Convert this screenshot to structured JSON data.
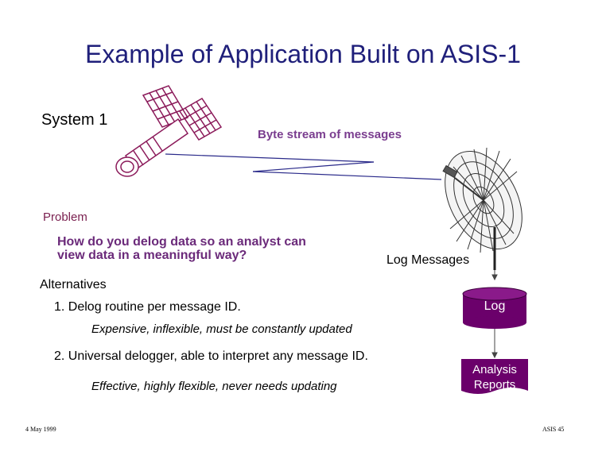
{
  "title": "Example of Application Built on ASIS-1",
  "system_label": "System 1",
  "byte_stream_label": "Byte stream of messages",
  "problem": {
    "heading": "Problem",
    "question": "How do you delog data so an analyst can view data in a meaningful way?"
  },
  "log_messages_label": "Log Messages",
  "alternatives": {
    "heading": "Alternatives",
    "items": [
      {
        "text": "1.  Delog routine per message ID.",
        "detail": "Expensive, inflexible, must be constantly updated"
      },
      {
        "text": "2.  Universal delogger, able to interpret any message ID.",
        "detail": "Effective, highly flexible, never needs updating"
      }
    ]
  },
  "log_box_label": "Log",
  "analysis_box_label": "Analysis Reports",
  "footer": {
    "date": "4 May 1999",
    "page": "ASIS 45"
  },
  "colors": {
    "title": "#1f1f7a",
    "magenta_box": "#6b006b",
    "purple_text": "#7a3d8f",
    "satellite_outline": "#8b1a5a"
  },
  "icons": [
    "satellite-icon",
    "dish-antenna-icon",
    "log-cylinder-icon",
    "document-icon"
  ]
}
